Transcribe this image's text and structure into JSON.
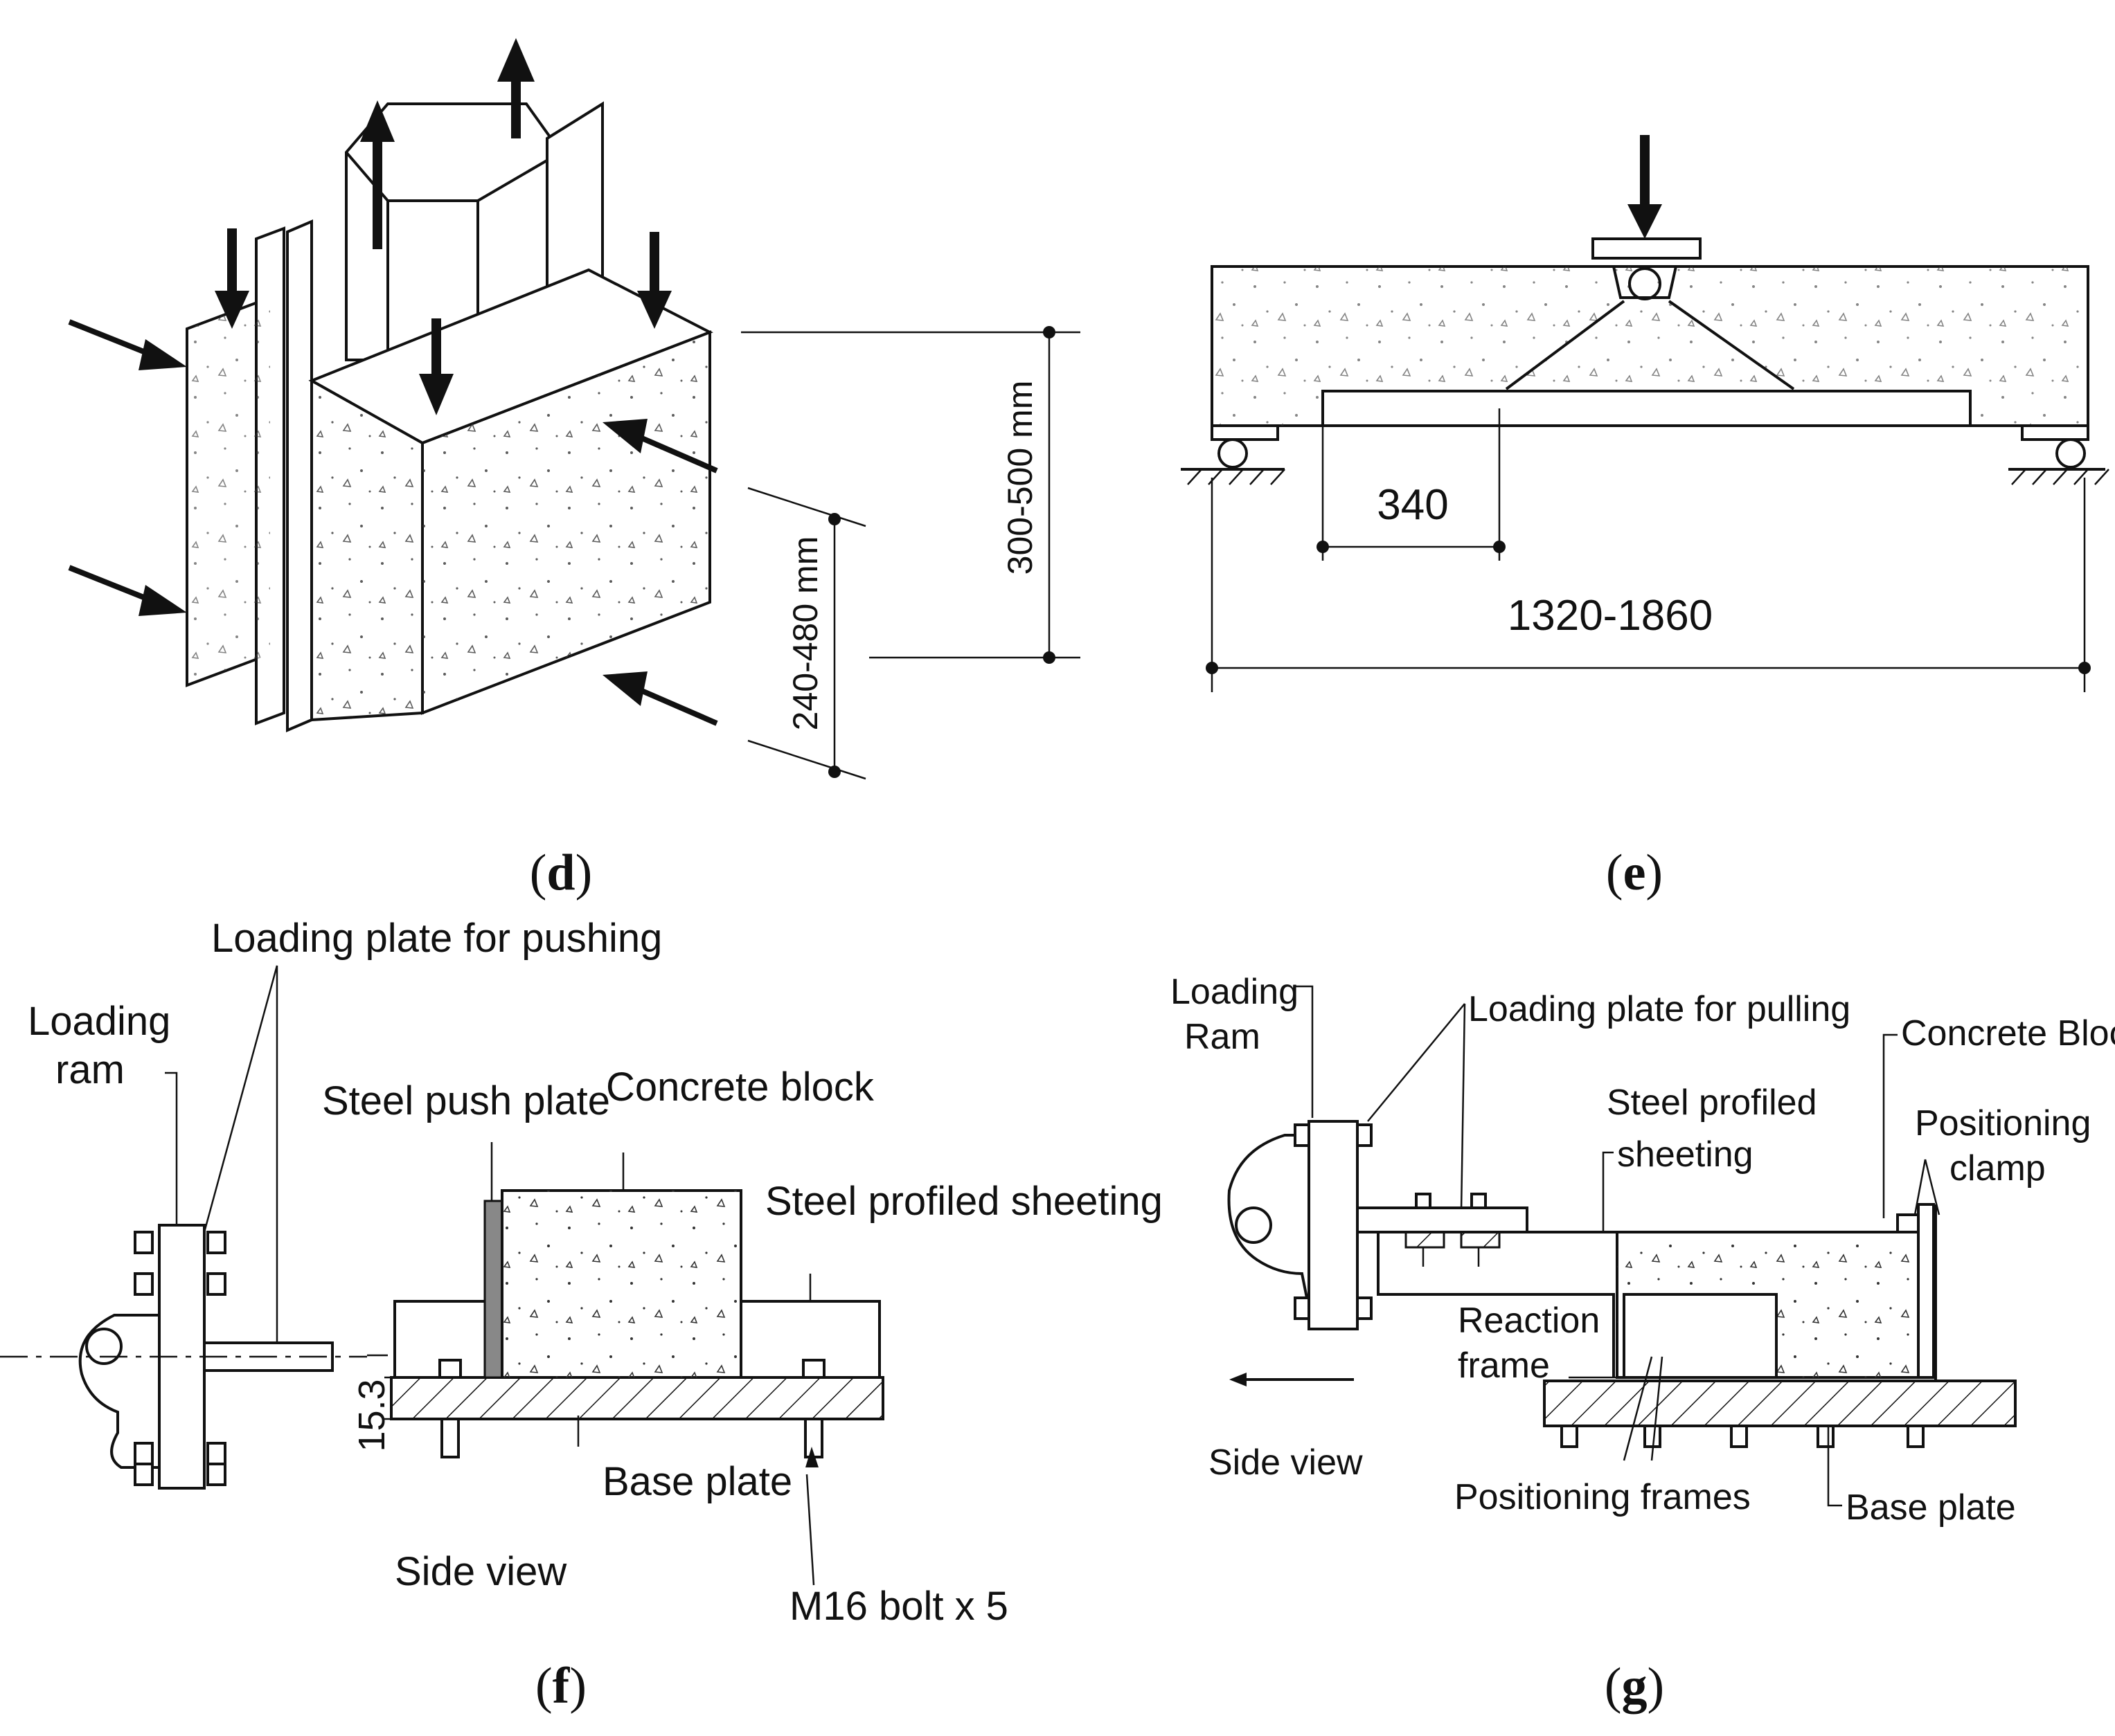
{
  "panels": {
    "d": {
      "caption_letter": "d",
      "dim_height": "300-500 mm",
      "dim_depth": "240-480 mm"
    },
    "e": {
      "caption_letter": "e",
      "dim_short": "340",
      "dim_span": "1320-1860"
    },
    "f": {
      "caption_letter": "f",
      "labels": {
        "loading_plate": "Loading plate for pushing",
        "loading_ram_1": "Loading",
        "loading_ram_2": "ram",
        "steel_push_plate": "Steel push plate",
        "concrete_block": "Concrete block",
        "steel_profiled_sheeting": "Steel profiled sheeting",
        "base_plate": "Base plate",
        "side_view": "Side view",
        "bolt": "M16 bolt x 5",
        "thickness": "15.3"
      }
    },
    "g": {
      "caption_letter": "g",
      "labels": {
        "loading_ram_1": "Loading",
        "loading_ram_2": "Ram",
        "loading_plate": "Loading plate for pulling",
        "concrete_block": "Concrete Block",
        "steel_profiled_1": "Steel profiled",
        "steel_profiled_2": "sheeting",
        "positioning_clamp_1": "Positioning",
        "positioning_clamp_2": "clamp",
        "reaction_frame_1": "Reaction",
        "reaction_frame_2": "frame",
        "side_view": "Side view",
        "positioning_frames": "Positioning frames",
        "base_plate": "Base plate"
      }
    }
  }
}
